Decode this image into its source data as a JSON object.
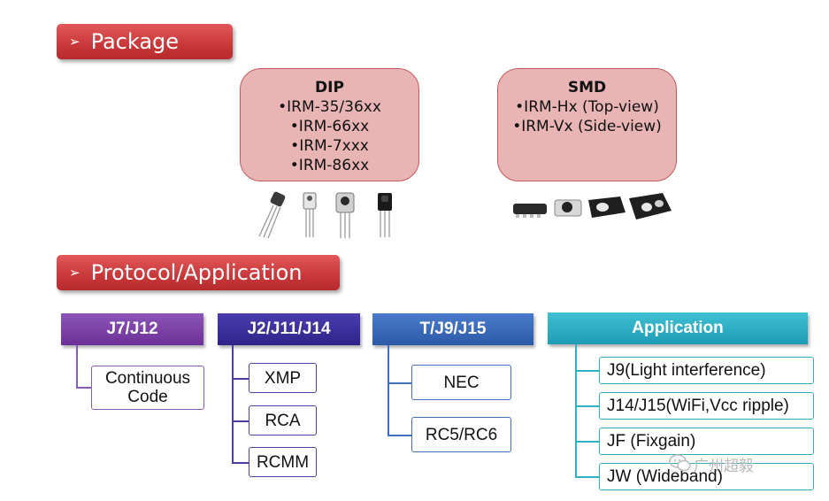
{
  "package_header": {
    "arrow": "➢",
    "label": "Package"
  },
  "protocol_header": {
    "arrow": "➢",
    "label": "Protocol/Application"
  },
  "dip": {
    "title": "DIP",
    "items": [
      "•IRM-35/36xx",
      "•IRM-66xx",
      "•IRM-7xxx",
      "•IRM-86xx"
    ]
  },
  "smd": {
    "title": "SMD",
    "items": [
      "•IRM-Hx (Top-view)",
      "•IRM-Vx (Side-view)"
    ]
  },
  "categories": [
    {
      "label": "J7/J12",
      "color": "#7a3fa5",
      "children": [
        "Continuous Code"
      ]
    },
    {
      "label": "J2/J11/J14",
      "color": "#3a2d9c",
      "children": [
        "XMP",
        "RCA",
        "RCMM"
      ]
    },
    {
      "label": "T/J9/J15",
      "color": "#3566b8",
      "children": [
        "NEC",
        "RC5/RC6"
      ]
    },
    {
      "label": "Application",
      "color": "#27a7c0",
      "children": [
        "J9(Light interference)",
        "J14/J15(WiFi,Vcc ripple)",
        "JF (Fixgain)",
        "JW (Wideband)"
      ]
    }
  ],
  "watermark": "广州超毅",
  "colors": {
    "header_red": "#c8383a",
    "box_pink": "#e8b4b4"
  }
}
